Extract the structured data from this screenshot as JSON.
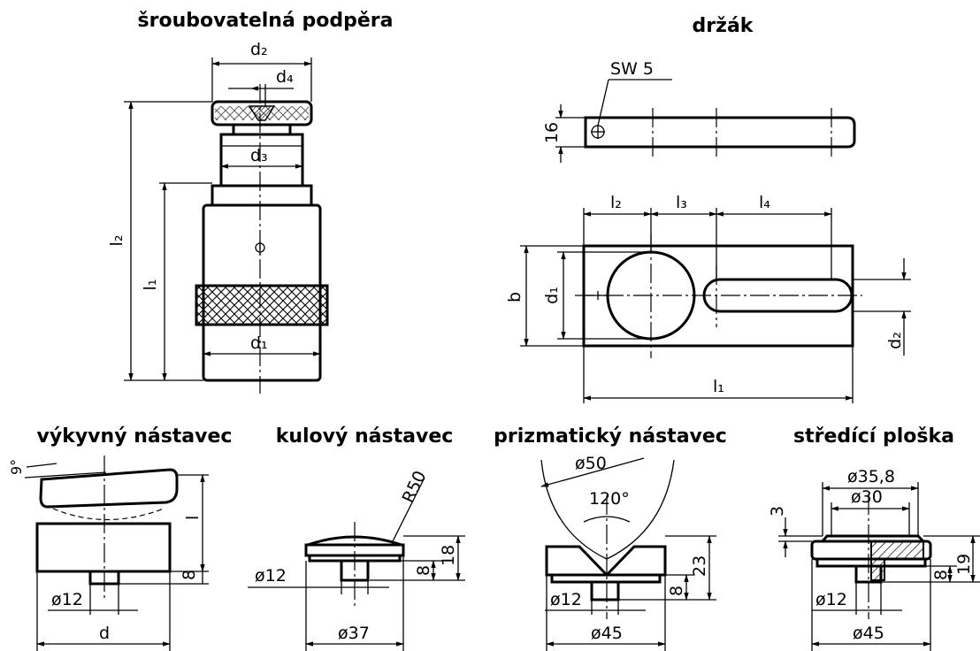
{
  "titles": {
    "screw_support": "šroubovatelná podpěra",
    "holder": "držák",
    "swivel": "výkyvný nástavec",
    "ball": "kulový nástavec",
    "prism": "prizmatický nástavec",
    "centering": "středící ploška"
  },
  "screw_support_dims": {
    "d2": "d₂",
    "d4": "d₄",
    "d3": "d₃",
    "d1": "d₁",
    "l2": "l₂",
    "l1": "l₁"
  },
  "holder_dims": {
    "sw": "SW 5",
    "h16": "16",
    "l2": "l₂",
    "l3": "l₃",
    "l4": "l₄",
    "b": "b",
    "d1": "d₁",
    "d2": "d₂",
    "l1": "l₁"
  },
  "swivel_dims": {
    "angle": "9°",
    "l": "l",
    "h8": "8",
    "dia12": "ø12",
    "d": "d"
  },
  "ball_dims": {
    "r50": "R50",
    "h18": "18",
    "h8": "8",
    "dia12": "ø12",
    "dia37": "ø37"
  },
  "prism_dims": {
    "dia50": "ø50",
    "angle120": "120°",
    "h23": "23",
    "h8": "8",
    "dia12": "ø12",
    "dia45": "ø45"
  },
  "centering_dims": {
    "dia358": "ø35,8",
    "dia30": "ø30",
    "h3": "3",
    "h19": "19",
    "h8": "8",
    "dia12": "ø12",
    "dia45": "ø45"
  }
}
